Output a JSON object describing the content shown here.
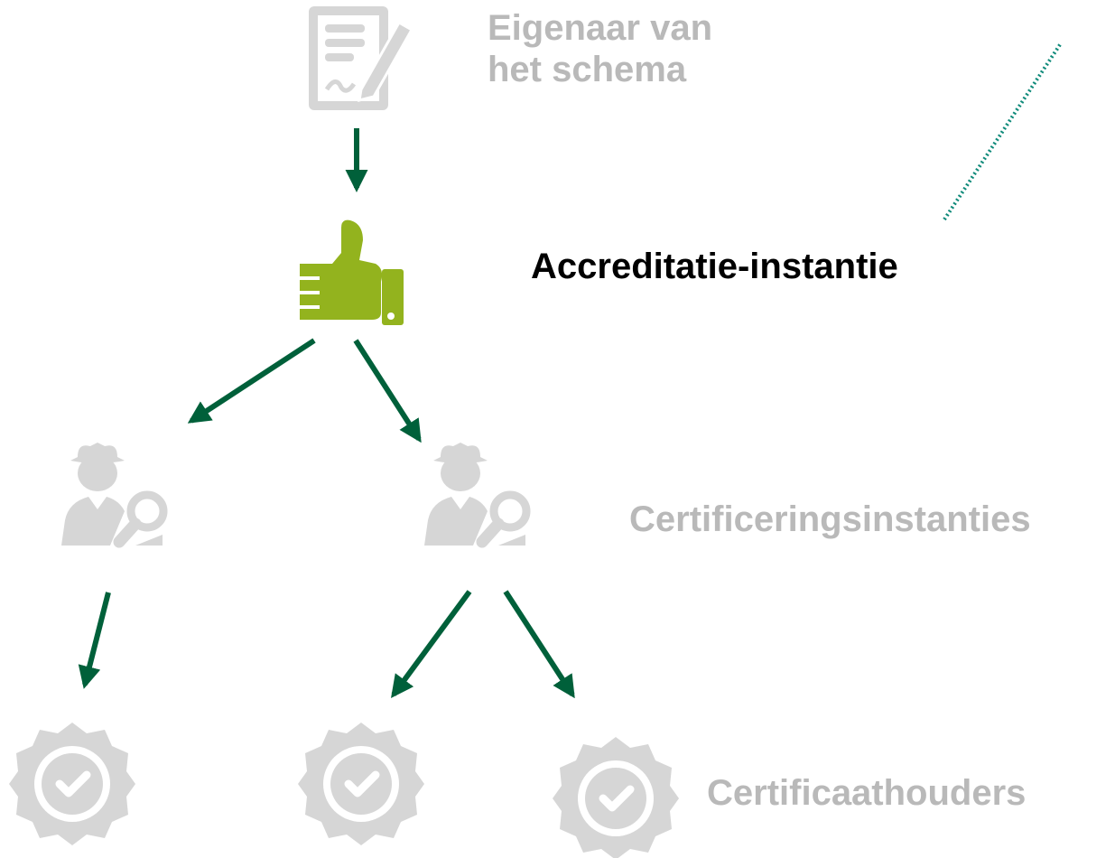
{
  "labels": {
    "scheme_owner": [
      "Eigenaar van",
      "het schema"
    ],
    "accreditation_body": "Accreditatie-instantie",
    "certification_bodies": "Certificeringsinstanties",
    "certificate_holders": "Certificaathouders"
  },
  "colors": {
    "arrow": "#00603a",
    "muted_icon": "#d6d6d6",
    "muted_text": "#b9b9b9",
    "highlight_icon": "#93b31e",
    "highlight_text": "#000000",
    "dotted_line": "#0f8a7a"
  },
  "icons": {
    "scheme_owner": "document-signature-icon",
    "accreditation_body": "thumbs-up-icon",
    "certification_body": "inspector-magnifier-icon",
    "certificate_holder": "certificate-badge-check-icon"
  }
}
